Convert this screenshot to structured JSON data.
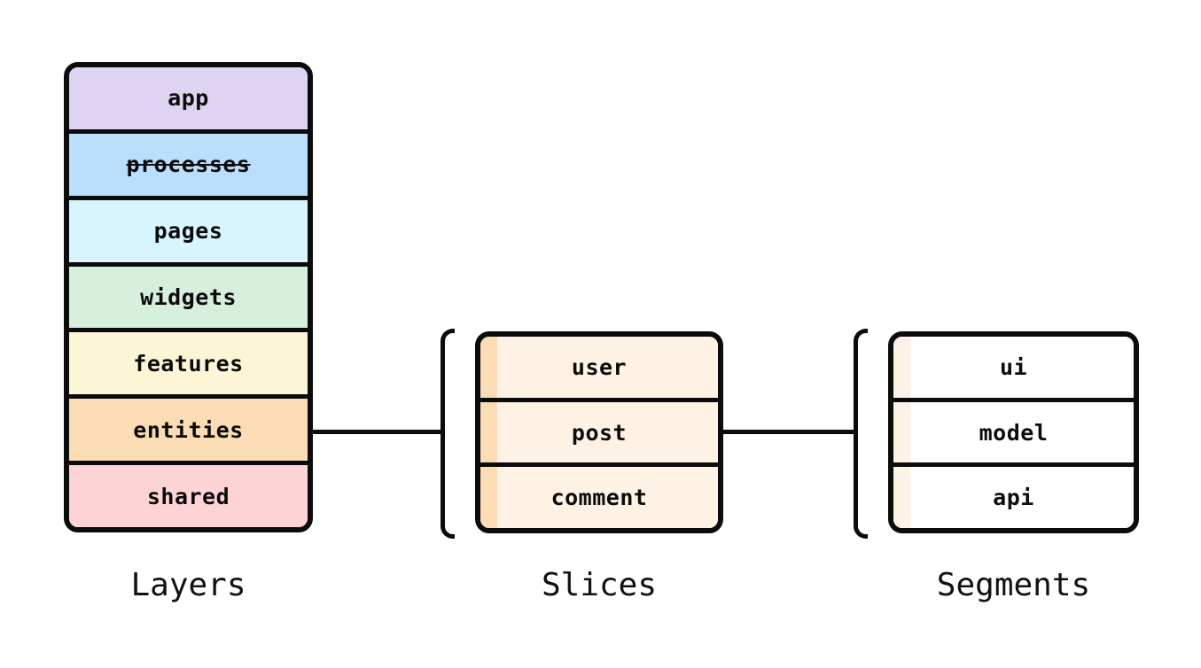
{
  "colors": {
    "ink": "#0c0c0c",
    "background": "#ffffff"
  },
  "layers": {
    "caption": "Layers",
    "rows": [
      {
        "label": "app",
        "bg": "#ded3f1",
        "deprecated": false
      },
      {
        "label": "processes",
        "bg": "#b9dffc",
        "deprecated": true
      },
      {
        "label": "pages",
        "bg": "#d8f4fd",
        "deprecated": false
      },
      {
        "label": "widgets",
        "bg": "#d7efdd",
        "deprecated": false
      },
      {
        "label": "features",
        "bg": "#fdf6d6",
        "deprecated": false
      },
      {
        "label": "entities",
        "bg": "#fcdcb4",
        "deprecated": false
      },
      {
        "label": "shared",
        "bg": "#fed3d6",
        "deprecated": false
      }
    ]
  },
  "slices": {
    "caption": "Slices",
    "fill": "#fdf2e4",
    "stripe": "#fcdcb4",
    "rows": [
      {
        "label": "user"
      },
      {
        "label": "post"
      },
      {
        "label": "comment"
      }
    ]
  },
  "segments": {
    "caption": "Segments",
    "fill": "#ffffff",
    "stripe": "#fdf2e6",
    "rows": [
      {
        "label": "ui"
      },
      {
        "label": "model"
      },
      {
        "label": "api"
      }
    ]
  }
}
